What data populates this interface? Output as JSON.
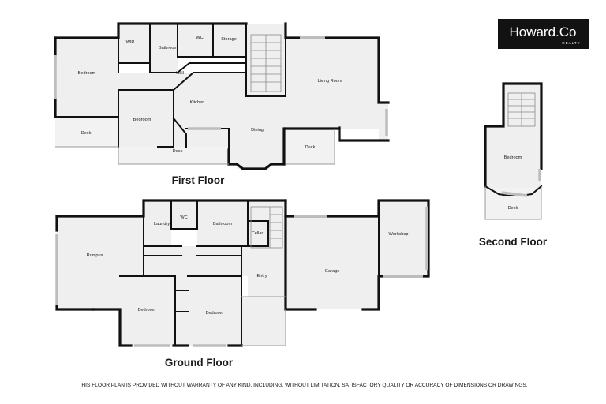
{
  "logo": {
    "brand": "Howard.Co",
    "sub": "REALTY"
  },
  "floors": {
    "first": {
      "title": "First Floor",
      "rooms": {
        "wir": "WIR",
        "bathroom": "Bathroom",
        "wc": "WC",
        "storage": "Storage",
        "hall": "Hall",
        "bedroom_left": "Bedroom",
        "bedroom_mid": "Bedroom",
        "kitchen": "Kitchen",
        "living": "Living Room",
        "dining": "Dining",
        "deck_left": "Deck",
        "deck_mid": "Deck",
        "deck_right": "Deck"
      }
    },
    "ground": {
      "title": "Ground Floor",
      "rooms": {
        "laundry": "Laundry",
        "wc": "WC",
        "bathroom": "Bathroom",
        "cellar": "Cellar",
        "rumpus": "Rumpus",
        "entry": "Entry",
        "garage": "Garage",
        "workshop": "Workshop",
        "bedroom_left": "Bedroom",
        "bedroom_right": "Bedroom"
      }
    },
    "second": {
      "title": "Second Floor",
      "rooms": {
        "bedroom": "Bedroom",
        "deck": "Deck"
      }
    }
  },
  "disclaimer": "THIS FLOOR PLAN IS PROVIDED WITHOUT WARRANTY OF ANY KIND. INCLUDING, WITHOUT LIMITATION,  SATISFACTORY QUALITY OR ACCURACY OF DIMENSIONS OR DRAWINGS."
}
